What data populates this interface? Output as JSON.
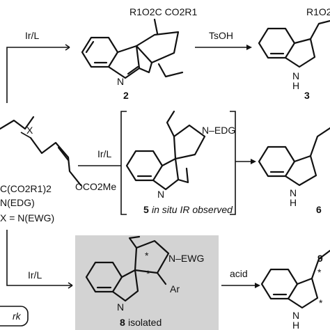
{
  "top_row": {
    "reagent": "Ir/L",
    "substituent_label": "R1O2C   CO2R1",
    "product_number": "2",
    "acid_reagent": "TsOH",
    "final_substituent": "R1O2",
    "final_number": "3",
    "nh_label": "H"
  },
  "left_substrate": {
    "x_label": "X",
    "carbonate": "OCO2Me",
    "option_1": "C(CO2R1)2",
    "option_2": "N(EDG)",
    "option_3": "X = N(EWG)"
  },
  "middle_row": {
    "reagent": "Ir/L",
    "group": "N–EDG",
    "intermediate_number": "5",
    "intermediate_note": "in situ IR observed",
    "product_number": "6"
  },
  "bottom_row": {
    "reagent": "Ir/L",
    "group": "N–EWG",
    "aryl": "Ar",
    "isolated_number": "8",
    "isolated_note": "isolated",
    "acid_reagent": "acid",
    "product_number": "9",
    "stereo_mark": "*",
    "side_label": "rk"
  },
  "colors": {
    "highlight_box": "#d3d3d3",
    "ink": "#111111"
  }
}
